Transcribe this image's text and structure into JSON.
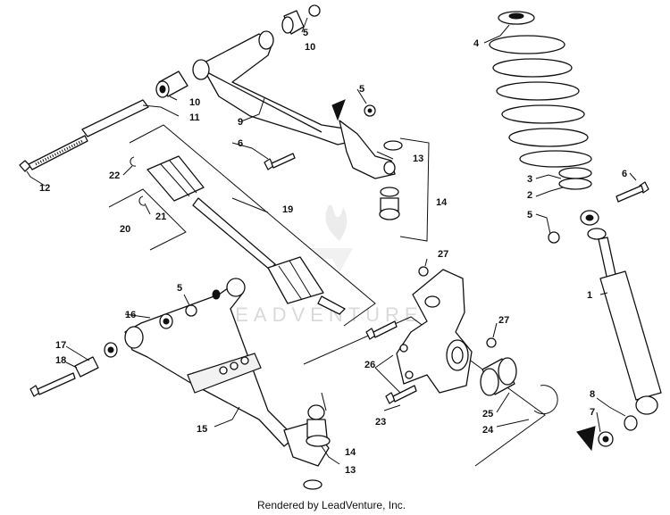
{
  "footer": "Rendered by LeadVenture, Inc.",
  "watermark": "LEADVENTURE",
  "callouts": [
    "1",
    "2",
    "3",
    "4",
    "5",
    "5",
    "5",
    "5",
    "6",
    "6",
    "7",
    "8",
    "9",
    "10",
    "10",
    "11",
    "12",
    "13",
    "13",
    "14",
    "14",
    "15",
    "16",
    "17",
    "18",
    "19",
    "20",
    "21",
    "22",
    "23",
    "24",
    "25",
    "26",
    "27",
    "27"
  ]
}
